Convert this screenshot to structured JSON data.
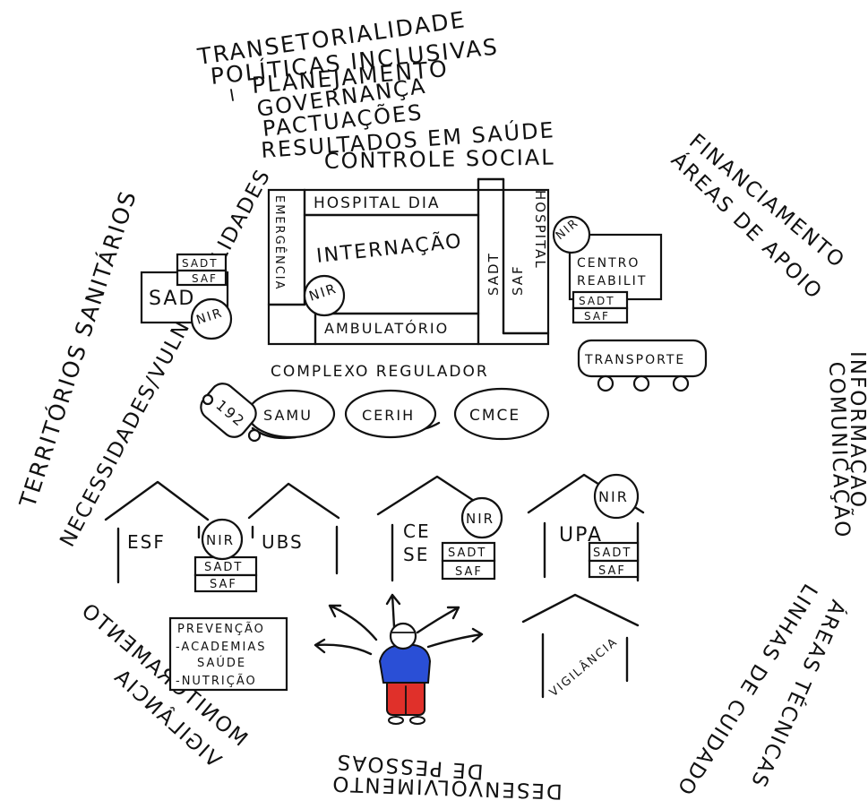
{
  "top_block": {
    "line1": "TRANSETORIALIDADE",
    "line2": "POLÍTICAS INCLUSIVAS",
    "line3": "PLANEJAMENTO",
    "line4": "GOVERNANÇA",
    "line5": "PACTUAÇÕES",
    "line6": "RESULTADOS EM SAÚDE",
    "line7": "CONTROLE SOCIAL"
  },
  "ring": {
    "left_outer": "TERRITÓRIOS SANITÁRIOS",
    "left_inner": "NECESSIDADES/VULNERABILIDADES",
    "right_top1": "FINANCIAMENTO",
    "right_top2": "ÁREAS DE APOIO",
    "right_mid1": "INFORMAÇÃO",
    "right_mid2": "COMUNICAÇÃO",
    "right_low1": "ÁREAS TÉCNICAS",
    "right_low2": "LINHAS DE CUIDADO",
    "bottom1": "DESENVOLVIMENTO",
    "bottom2": "DE PESSOAS",
    "left_low1": "MONITORAMENTO",
    "left_low2": "VIGILÂNCIA"
  },
  "hospital": {
    "emergencia": "EMERGÊNCIA",
    "hospital_dia": "HOSPITAL DIA",
    "internacao": "INTERNAÇÃO",
    "ambulatorio": "AMBULATÓRIO",
    "sadt": "SADT",
    "saf": "SAF",
    "hospital": "HOSPITAL",
    "nir": "NIR"
  },
  "sad": {
    "label": "SAD",
    "sadt": "SADT",
    "saf": "SAF",
    "nir": "NIR"
  },
  "centro": {
    "nir": "NIR",
    "line1": "CENTRO",
    "line2": "REABILIT",
    "sadt": "SADT",
    "saf": "SAF"
  },
  "transporte": {
    "label": "TRANSPORTE"
  },
  "regulador": {
    "title": "COMPLEXO REGULADOR",
    "phone": "192",
    "samu": "SAMU",
    "cerih": "CERIH",
    "cmce": "CMCE"
  },
  "ubs": {
    "esf": "ESF",
    "nir": "NIR",
    "ubs": "UBS",
    "sadt": "SADT",
    "saf": "SAF"
  },
  "cese": {
    "ce": "CE",
    "se": "SE",
    "nir": "NIR",
    "sadt": "SADT",
    "saf": "SAF"
  },
  "upa": {
    "nir": "NIR",
    "label": "UPA",
    "sadt": "SADT",
    "saf": "SAF"
  },
  "prevencao": {
    "line1": "PREVENÇÃO",
    "line2": "-ACADEMIAS",
    "line3": "SAÚDE",
    "line4": "-NUTRIÇÃO"
  },
  "vigilancia_house": {
    "label": "VIGILÂNCIA"
  },
  "person": {
    "shirt_color": "#2a4fd6",
    "pants_color": "#e0302a"
  }
}
